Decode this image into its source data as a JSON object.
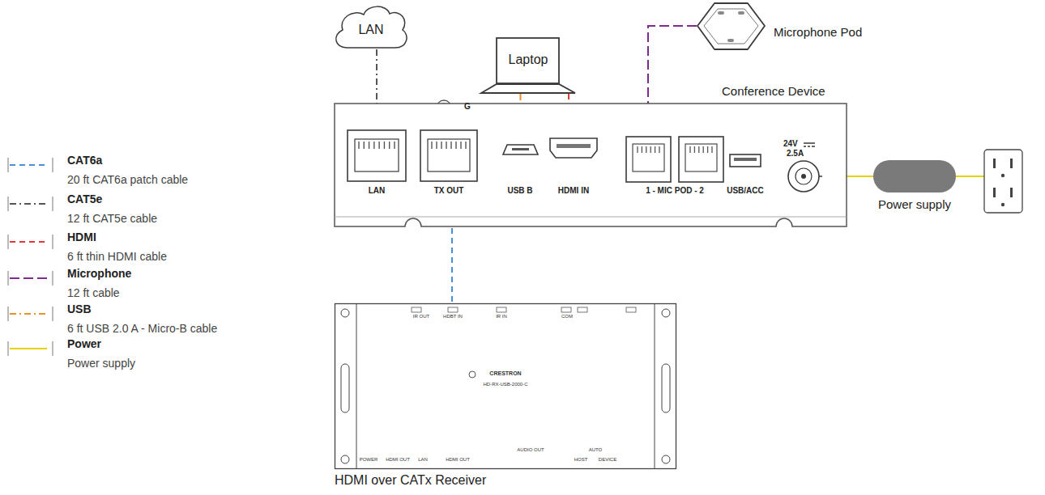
{
  "diagram": {
    "nodes": [
      {
        "text": [
          "LAN"
        ]
      },
      {
        "text": [
          "Laptop"
        ]
      },
      {
        "text": [
          "Microphone Pod"
        ]
      },
      {
        "text": [
          "Conference Device"
        ]
      },
      {
        "text": [
          "LAN"
        ],
        "in": 3
      },
      {
        "text": [
          "TX OUT"
        ],
        "in": 3
      },
      {
        "text": [
          "USB B"
        ],
        "in": 3
      },
      {
        "text": [
          "HDMI IN"
        ],
        "in": 3
      },
      {
        "text": [
          "1 - MIC POD - 2"
        ],
        "in": 3
      },
      {
        "text": [
          "USB/ACC"
        ],
        "in": 3
      },
      {
        "text": [
          "24V",
          "2.5A"
        ],
        "in": 3
      },
      {
        "text": [
          "Power supply"
        ]
      },
      {
        "text": [
          "HDMI over CATx Receiver"
        ]
      }
    ],
    "edges": [
      {
        "from": 0,
        "to": 4,
        "arrow": "none"
      },
      {
        "from": 1,
        "to": 6,
        "arrow": "none"
      },
      {
        "from": 1,
        "to": 7,
        "arrow": "none"
      },
      {
        "from": 2,
        "to": 8,
        "arrow": "none"
      },
      {
        "from": 3,
        "to": 12,
        "arrow": "none"
      },
      {
        "from": 10,
        "to": 11,
        "arrow": "none"
      }
    ],
    "labels": [
      "G",
      "IR OUT",
      "HDBT IN",
      "IR IN",
      "COM",
      "CRESTRON",
      "HD-RX-USB-2000-C",
      "POWER",
      "HDMI OUT",
      "LAN",
      "HDMI OUT",
      "AUDIO OUT",
      "AUTO",
      "HOST",
      "DEVICE"
    ],
    "legend": [
      {
        "text": "CAT6a"
      },
      {
        "text": "20 ft CAT6a patch cable"
      },
      {
        "text": "CAT5e"
      },
      {
        "text": "12 ft CAT5e cable"
      },
      {
        "text": "HDMI"
      },
      {
        "text": "6 ft thin HDMI cable"
      },
      {
        "text": "Microphone"
      },
      {
        "text": "12 ft cable"
      },
      {
        "text": "USB"
      },
      {
        "text": "6 ft USB 2.0 A - Micro-B cable"
      },
      {
        "text": "Power"
      },
      {
        "text": "Power supply"
      }
    ]
  }
}
